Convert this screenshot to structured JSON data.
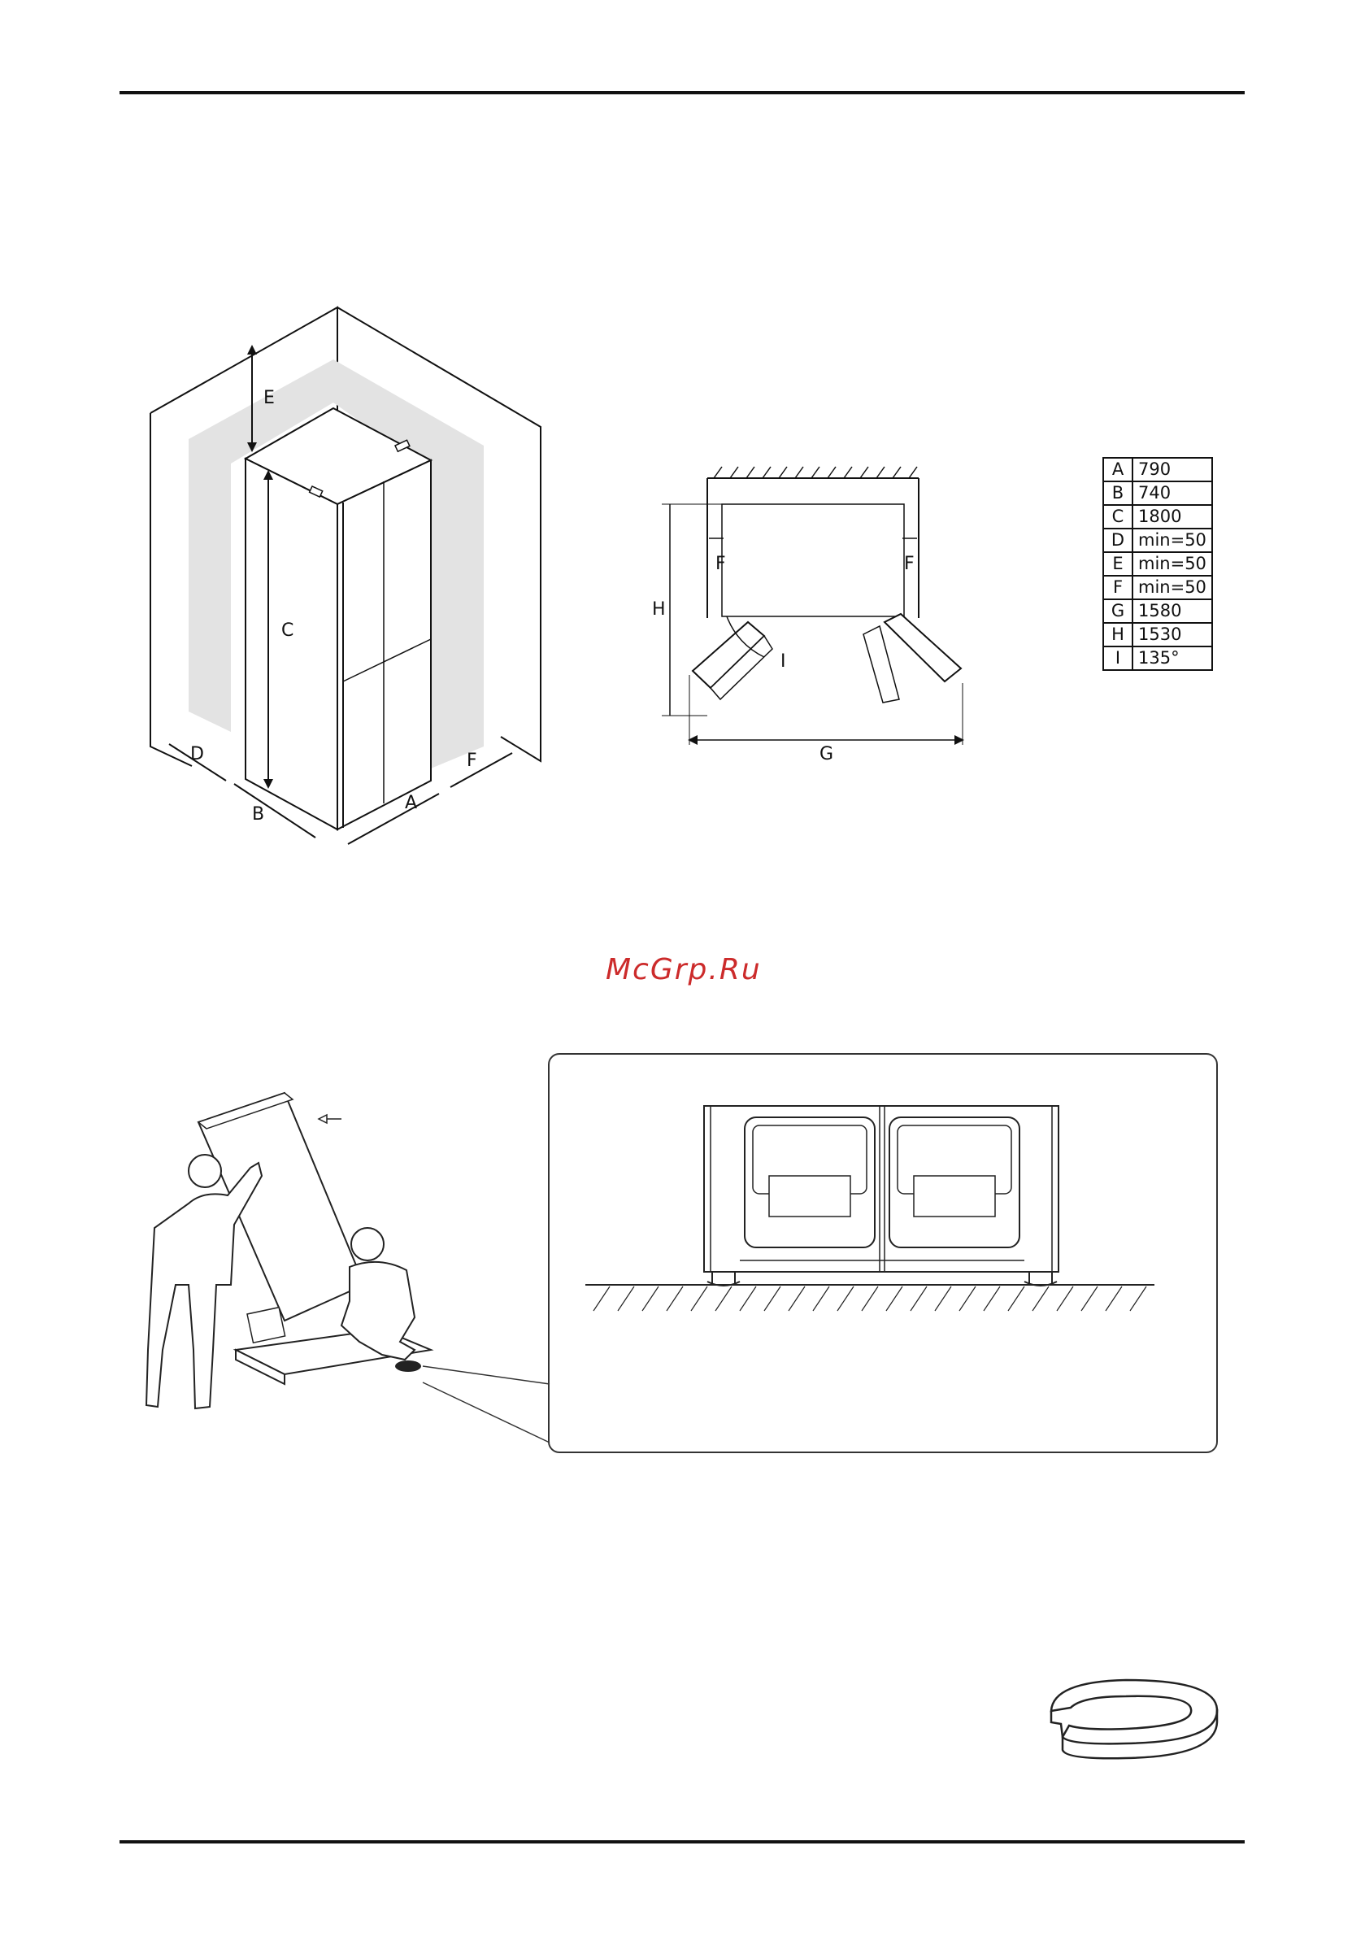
{
  "figure1": {
    "labels": {
      "a": "A",
      "b": "B",
      "c": "C",
      "d": "D",
      "e": "E",
      "f": "F"
    }
  },
  "figure2": {
    "labels": {
      "f_left": "F",
      "f_right": "F",
      "h": "H",
      "i": "I",
      "g": "G"
    }
  },
  "dimensions_table": [
    {
      "key": "A",
      "value": "790"
    },
    {
      "key": "B",
      "value": "740"
    },
    {
      "key": "C",
      "value": "1800"
    },
    {
      "key": "D",
      "value": "min=50"
    },
    {
      "key": "E",
      "value": "min=50"
    },
    {
      "key": "F",
      "value": "min=50"
    },
    {
      "key": "G",
      "value": "1580"
    },
    {
      "key": "H",
      "value": "1530"
    },
    {
      "key": "I",
      "value": "135°"
    }
  ],
  "watermark": "McGrp.Ru",
  "colors": {
    "clearance_zone": "#e3e3e3",
    "watermark": "#cc2b2b",
    "line": "#111111"
  }
}
